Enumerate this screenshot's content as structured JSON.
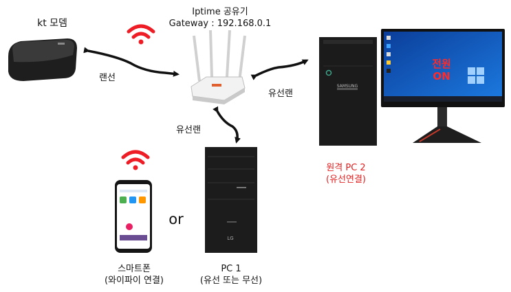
{
  "modem": {
    "label": "kt 모뎀"
  },
  "router": {
    "title": "Iptime 공유기",
    "gateway": "Gateway : 192.168.0.1"
  },
  "links": {
    "modem_router": "랜선",
    "router_remote": "유선랜",
    "router_pc1": "유선랜"
  },
  "remote_pc": {
    "name": "원격 PC 2",
    "note": "(유선연결)"
  },
  "monitor": {
    "power_line1": "전원",
    "power_line2": "ON",
    "brand": "SAMSUNG"
  },
  "connector": "or",
  "smartphone": {
    "name": "스마트폰",
    "note": "(와이파이 연결)"
  },
  "pc1": {
    "name": "PC 1",
    "note": "(유선 또는 무선)",
    "brand": "LG"
  },
  "colors": {
    "accent_red": "#e02020",
    "wifi_red": "#ee1c25",
    "desktop_blue": "#1c6fd6"
  }
}
